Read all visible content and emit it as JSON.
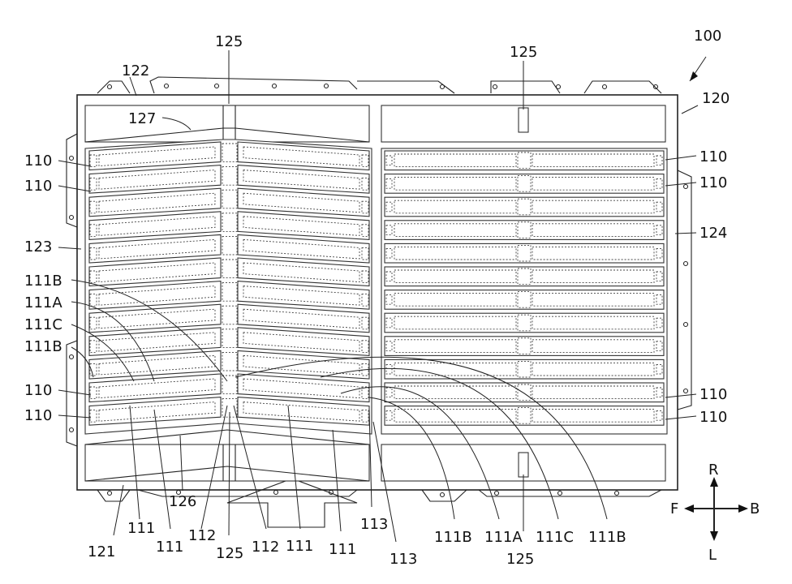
{
  "figure": {
    "main_label": "100",
    "labels": {
      "l120": "120",
      "l122": "122",
      "l125_top_left": "125",
      "l125_top_right": "125",
      "l127": "127",
      "l110_l1": "110",
      "l110_l2": "110",
      "l123": "123",
      "l111B_l1": "111B",
      "l111A_l": "111A",
      "l111C_l": "111C",
      "l111B_l2": "111B",
      "l110_l3": "110",
      "l110_l4": "110",
      "l110_r1": "110",
      "l110_r2": "110",
      "l124": "124",
      "l110_r3": "110",
      "l110_r4": "110",
      "l121": "121",
      "l126": "126",
      "l111_b1": "111",
      "l111_b2": "111",
      "l112_b1": "112",
      "l125_b": "125",
      "l112_b2": "112",
      "l111_b3": "111",
      "l111_b4": "111",
      "l113_b1": "113",
      "l113_b2": "113",
      "l111B_b1": "111B",
      "l111A_b": "111A",
      "l111C_b": "111C",
      "l111B_b2": "111B",
      "l125_b2": "125"
    },
    "direction": {
      "up": "R",
      "down": "L",
      "left": "F",
      "right": "B"
    }
  }
}
